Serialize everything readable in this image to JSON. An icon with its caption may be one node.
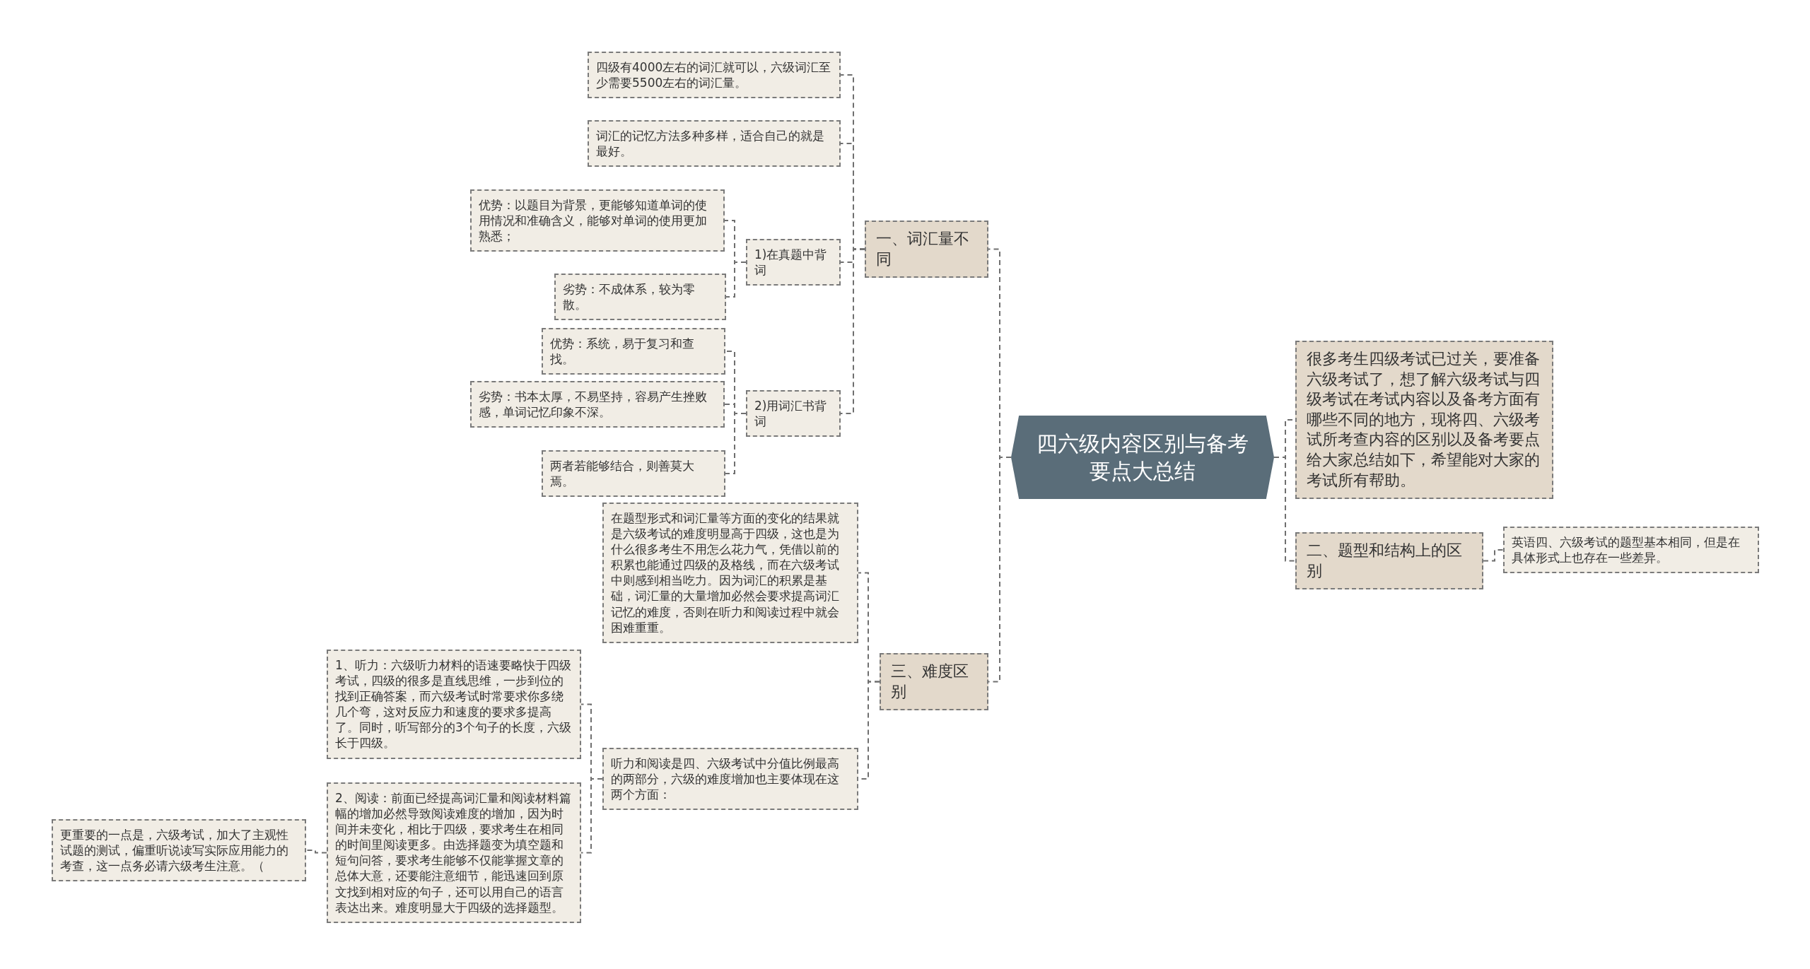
{
  "diagram": {
    "nodes": [
      {
        "text": [
          "四六级内容区别与备考要点大总结"
        ]
      },
      {
        "text": [
          "一、词汇量不同"
        ]
      },
      {
        "text": [
          "四级有4000左右的词汇就可以，六级词汇至少需要5500左右的词汇量。"
        ]
      },
      {
        "text": [
          "词汇的记忆方法多种多样，适合自己的就是最好。"
        ]
      },
      {
        "text": [
          "1)在真题中背词"
        ]
      },
      {
        "text": [
          "优势：以题目为背景，更能够知道单词的使用情况和准确含义，能够对单词的使用更加熟悉；"
        ]
      },
      {
        "text": [
          "劣势：不成体系，较为零散。"
        ]
      },
      {
        "text": [
          "2)用词汇书背词"
        ]
      },
      {
        "text": [
          "优势：系统，易于复习和查找。"
        ]
      },
      {
        "text": [
          "劣势：书本太厚，不易坚持，容易产生挫败感，单词记忆印象不深。"
        ]
      },
      {
        "text": [
          "两者若能够结合，则善莫大焉。"
        ]
      },
      {
        "text": [
          "三、难度区别"
        ]
      },
      {
        "text": [
          "在题型形式和词汇量等方面的变化的结果就是六级考试的难度明显高于四级，这也是为什么很多考生不用怎么花力气，凭借以前的积累也能通过四级的及格线，而在六级考试中则感到相当吃力。因为词汇的积累是基础，词汇量的大量增加必然会要求提高词汇记忆的难度，否则在听力和阅读过程中就会困难重重。"
        ]
      },
      {
        "text": [
          "听力和阅读是四、六级考试中分值比例最高的两部分，六级的难度增加也主要体现在这两个方面："
        ]
      },
      {
        "text": [
          "1、听力：六级听力材料的语速要略快于四级考试，四级的很多是直线思维，一步到位的找到正确答案，而六级考试时常要求你多绕几个弯，这对反应力和速度的要求多提高了。同时，听写部分的3个句子的长度，六级长于四级。"
        ]
      },
      {
        "text": [
          "2、阅读：前面已经提高词汇量和阅读材料篇幅的增加必然导致阅读难度的增加，因为时间并未变化，相比于四级，要求考生在相同的时间里阅读更多。由选择题变为填空题和短句问答，要求考生能够不仅能掌握文章的总体大意，还要能注意细节，能迅速回到原文找到相对应的句子，还可以用自己的语言表达出来。难度明显大于四级的选择题型。"
        ]
      },
      {
        "text": [
          "更重要的一点是，六级考试，加大了主观性试题的测试，偏重听说读写实际应用能力的考查，这一点务必请六级考生注意。（"
        ]
      },
      {
        "text": [
          "很多考生四级考试已过关，要准备六级考试了，想了解六级考试与四级考试在考试内容以及备考方面有哪些不同的地方，现将四、六级考试所考查内容的区别以及备考要点给大家总结如下，希望能对大家的考试所有帮助。"
        ]
      },
      {
        "text": [
          "二、题型和结构上的区别"
        ]
      },
      {
        "text": [
          "英语四、六级考试的题型基本相同，但是在具体形式上也存在一些差异。"
        ]
      }
    ],
    "edges": [
      {
        "from": 0,
        "to": 1,
        "arrow": "none"
      },
      {
        "from": 0,
        "to": 11,
        "arrow": "none"
      },
      {
        "from": 0,
        "to": 17,
        "arrow": "none"
      },
      {
        "from": 0,
        "to": 18,
        "arrow": "none"
      },
      {
        "from": 1,
        "to": 2,
        "arrow": "none"
      },
      {
        "from": 1,
        "to": 3,
        "arrow": "none"
      },
      {
        "from": 1,
        "to": 4,
        "arrow": "none"
      },
      {
        "from": 1,
        "to": 7,
        "arrow": "none"
      },
      {
        "from": 4,
        "to": 5,
        "arrow": "none"
      },
      {
        "from": 4,
        "to": 6,
        "arrow": "none"
      },
      {
        "from": 7,
        "to": 8,
        "arrow": "none"
      },
      {
        "from": 7,
        "to": 9,
        "arrow": "none"
      },
      {
        "from": 7,
        "to": 10,
        "arrow": "none"
      },
      {
        "from": 11,
        "to": 12,
        "arrow": "none"
      },
      {
        "from": 11,
        "to": 13,
        "arrow": "none"
      },
      {
        "from": 13,
        "to": 14,
        "arrow": "none"
      },
      {
        "from": 13,
        "to": 15,
        "arrow": "none"
      },
      {
        "from": 15,
        "to": 16,
        "arrow": "none"
      },
      {
        "from": 18,
        "to": 19,
        "arrow": "none"
      }
    ]
  }
}
